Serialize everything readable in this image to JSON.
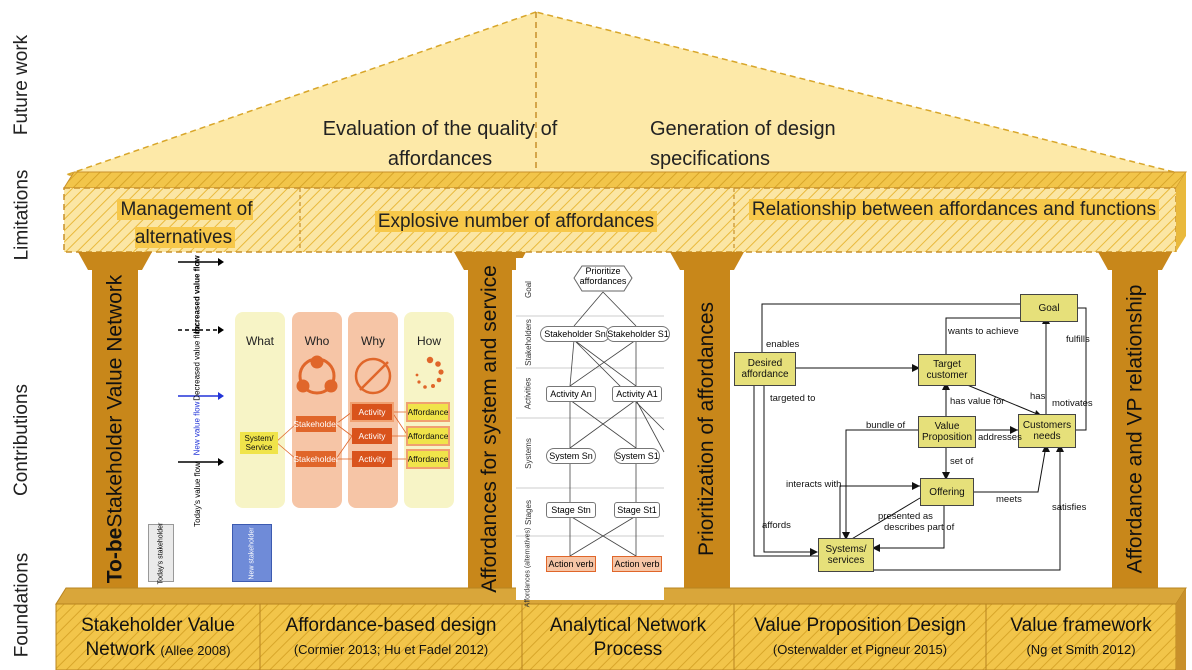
{
  "side_labels": [
    "Future work",
    "Limitations",
    "Contributions",
    "Foundations"
  ],
  "future_work": {
    "left": "Evaluation of the quality of affordances",
    "right": "Generation of design specifications"
  },
  "limitations": [
    "Management of alternatives",
    "Explosive number of affordances",
    "Relationship between affordances and functions"
  ],
  "pillars": [
    {
      "prefix": "To-be",
      "rest": " Stakeholder Value Network"
    },
    {
      "text": "Affordances for system and service"
    },
    {
      "text": "Prioritization of affordances"
    },
    {
      "text": "Affordance and VP relationship"
    }
  ],
  "foundations": [
    {
      "title": "Stakeholder Value",
      "title2": "Network",
      "ref": "(Allee 2008)"
    },
    {
      "title": "Affordance-based design",
      "ref": "(Cormier 2013; Hu et Fadel 2012)"
    },
    {
      "title": "Analytical Network",
      "title2": "Process"
    },
    {
      "title": "Value Proposition Design",
      "ref": "(Osterwalder et Pigneur 2015)"
    },
    {
      "title": "Value framework",
      "ref": "(Ng et Smith 2012)"
    }
  ],
  "svn": {
    "flows": [
      "Increased value flow",
      "Decreased value flow",
      "New value flow",
      "Today's value flow"
    ],
    "legend": [
      "Today's stakeholder",
      "New stakeholder"
    ]
  },
  "ab": {
    "columns": [
      "What",
      "Who",
      "Why",
      "How"
    ],
    "system": "System/ Service",
    "stakeholder": "Stakeholder",
    "activity": "Activity",
    "affordance": "Affordance"
  },
  "anp": {
    "rows": [
      "Goal",
      "Stakeholders",
      "Activities",
      "Systems",
      "Stages",
      "Affordances (alternatives)"
    ],
    "goal": "Prioritize affordances",
    "stakeholders": [
      "Stakeholder Sn",
      "Stakeholder S1"
    ],
    "activities": [
      "Activity An",
      "Activity A1"
    ],
    "systems": [
      "System Sn",
      "System S1"
    ],
    "stages": [
      "Stage Stn",
      "Stage St1"
    ],
    "actions": [
      "Action verb",
      "Action verb"
    ]
  },
  "vp": {
    "nodes": {
      "goal": "Goal",
      "desired": "Desired affordance",
      "target": "Target customer",
      "vp": "Value Proposition",
      "needs": "Customers needs",
      "offering": "Offering",
      "systems": "Systems/ services"
    },
    "edges": [
      "enables",
      "wants to achieve",
      "fulfills",
      "targeted to",
      "has",
      "has value for",
      "motivates",
      "bundle of",
      "addresses",
      "set of",
      "interacts with",
      "meets",
      "presented as",
      "satisfies",
      "affords",
      "describes part of"
    ]
  },
  "colors": {
    "gold": "#f7c84a",
    "pillar": "#c8871a",
    "orange": "#e0662a",
    "vp_box": "#e6e07a"
  }
}
